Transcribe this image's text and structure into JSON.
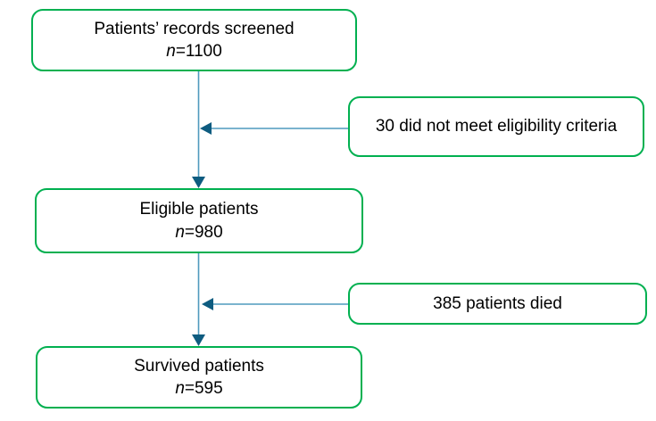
{
  "diagram": {
    "type": "flowchart",
    "background": "#ffffff",
    "colors": {
      "box_border": "#00b050",
      "box_fill": "#ffffff",
      "arrow_line": "#4f9abd",
      "arrow_head": "#0e5c80",
      "text": "#000000"
    },
    "boxes": {
      "screened": {
        "label": "Patients’ records screened",
        "n_symbol": "n",
        "n_value": "=1100"
      },
      "not_eligible": {
        "label": "30 did not meet eligibility criteria"
      },
      "eligible": {
        "label": "Eligible patients",
        "n_symbol": "n",
        "n_value": "=980"
      },
      "died": {
        "label": "385 patients died"
      },
      "survived": {
        "label": "Survived patients",
        "n_symbol": "n",
        "n_value": "=595"
      }
    },
    "edges": [
      {
        "from": "screened",
        "to": "eligible",
        "style": "down-arrow"
      },
      {
        "from": "not_eligible",
        "to": "screened→eligible connector",
        "style": "left-arrow"
      },
      {
        "from": "eligible",
        "to": "survived",
        "style": "down-arrow"
      },
      {
        "from": "died",
        "to": "eligible→survived connector",
        "style": "left-arrow"
      }
    ]
  }
}
